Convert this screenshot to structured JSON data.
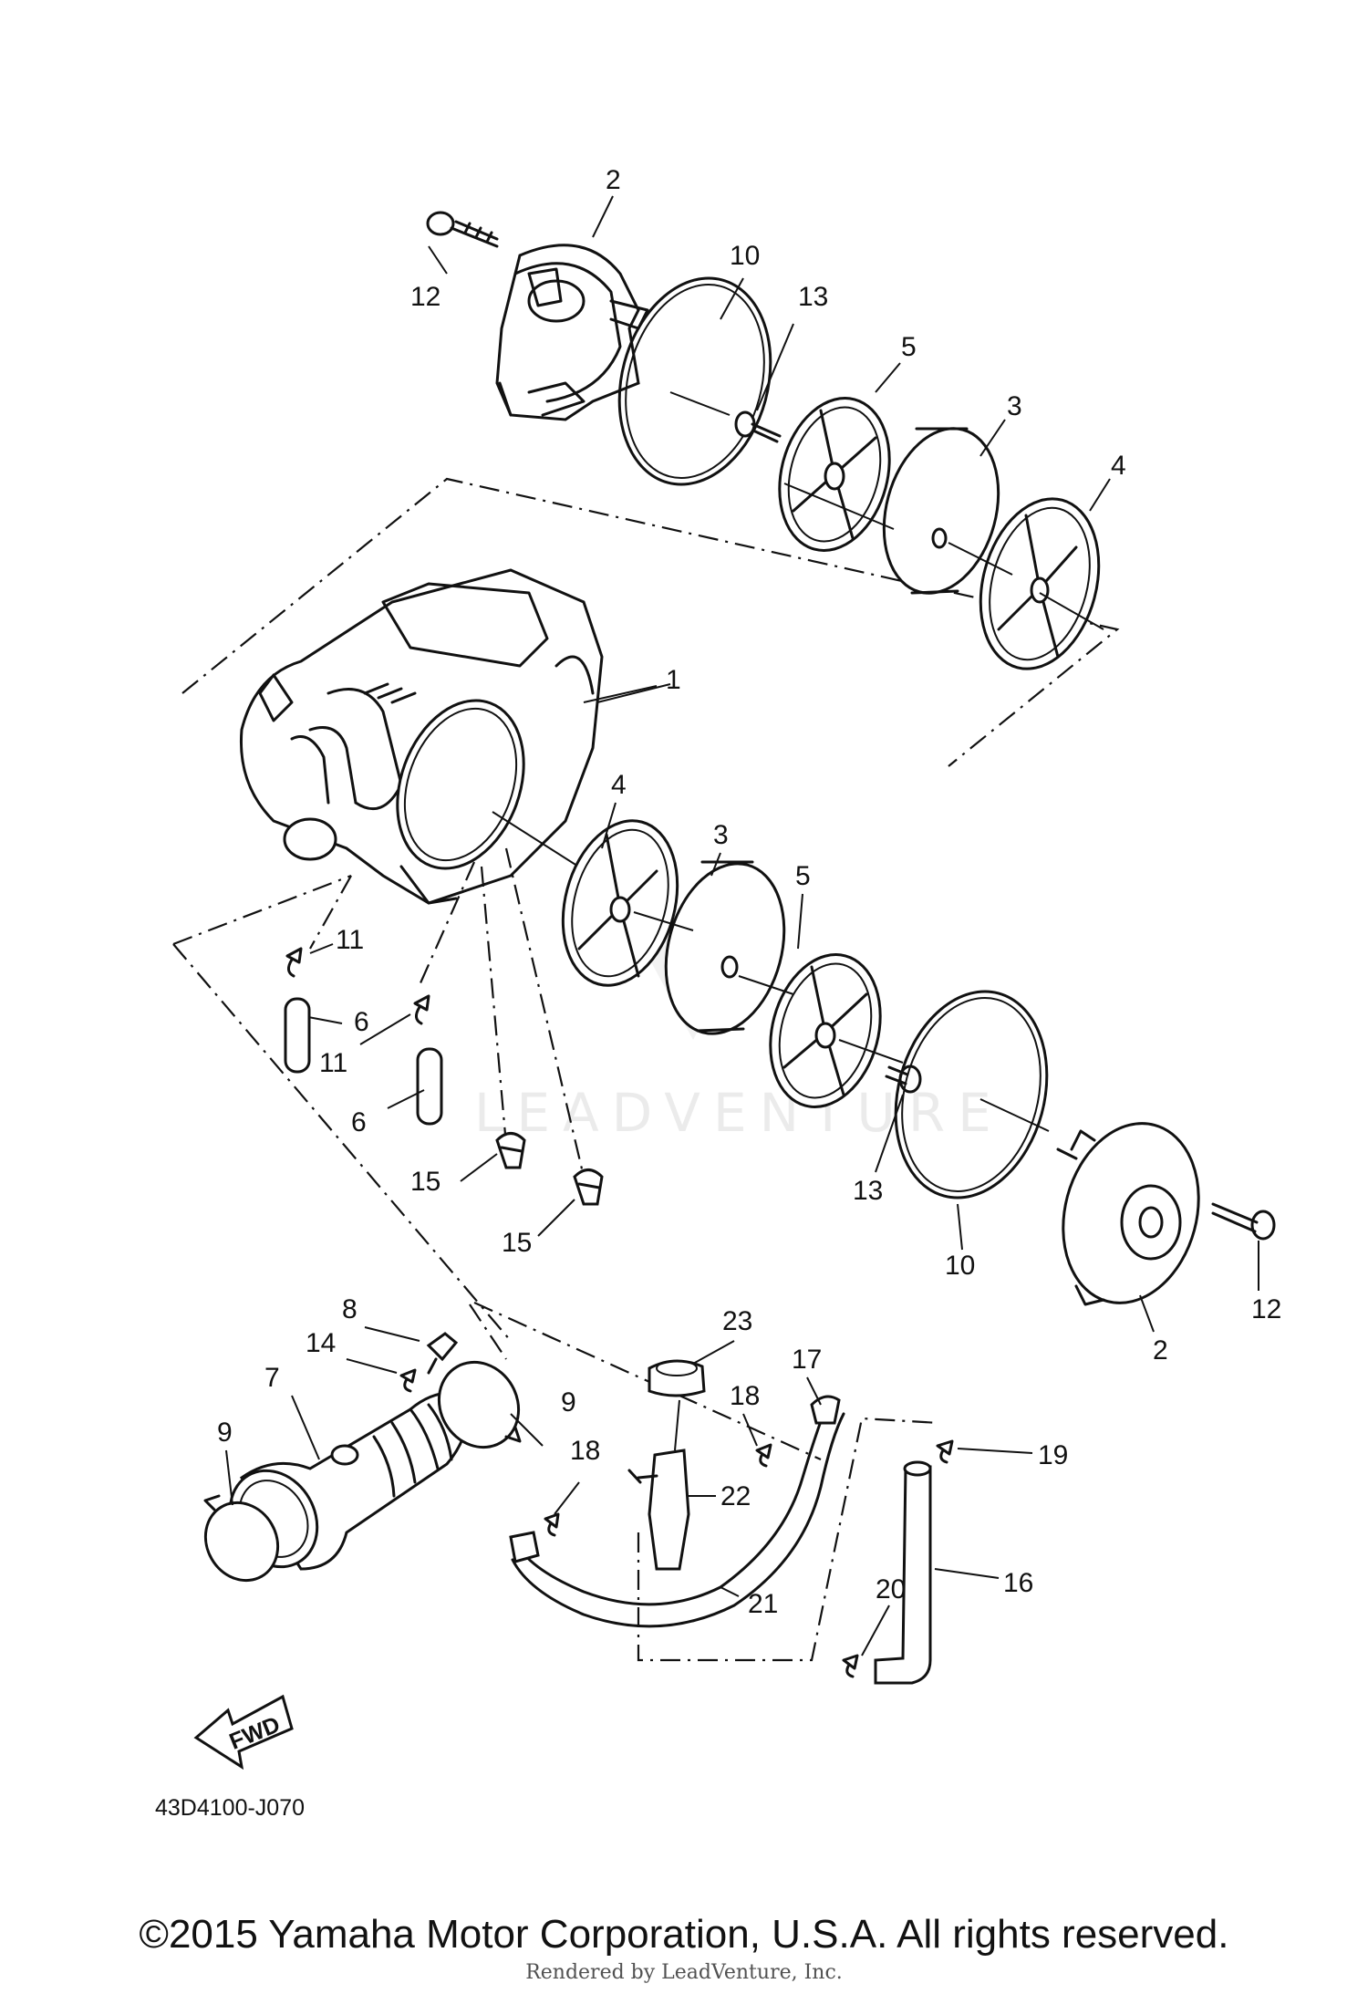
{
  "diagram": {
    "code": "43D4100-J070",
    "watermark": "LEADVENTURE",
    "fwd_label": "FWD",
    "callouts": {
      "c1": "1",
      "c2a": "2",
      "c2b": "2",
      "c3a": "3",
      "c3b": "3",
      "c4a": "4",
      "c4b": "4",
      "c5a": "5",
      "c5b": "5",
      "c6a": "6",
      "c6b": "6",
      "c7": "7",
      "c8": "8",
      "c9a": "9",
      "c9b": "9",
      "c10a": "10",
      "c10b": "10",
      "c11a": "11",
      "c11b": "11",
      "c12a": "12",
      "c12b": "12",
      "c13a": "13",
      "c13b": "13",
      "c14": "14",
      "c15a": "15",
      "c15b": "15",
      "c16": "16",
      "c17": "17",
      "c18a": "18",
      "c18b": "18",
      "c19": "19",
      "c20": "20",
      "c21": "21",
      "c22": "22",
      "c23": "23"
    }
  },
  "footer": {
    "copyright": "©2015 Yamaha Motor Corporation, U.S.A. All rights reserved.",
    "rendered_by": "Rendered by LeadVenture, Inc."
  }
}
